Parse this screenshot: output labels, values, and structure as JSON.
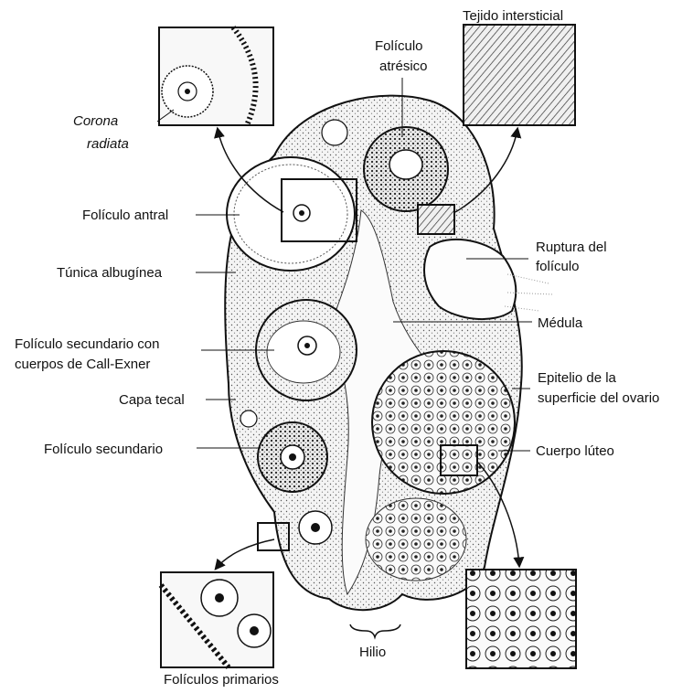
{
  "labels": {
    "corona_radiata_line1": "Corona",
    "corona_radiata_line2": "radiata",
    "foliculo_antral": "Folículo antral",
    "tunica_albuginea": "Túnica albugínea",
    "foliculo_secundario_call_exner_line1": "Folículo secundario con",
    "foliculo_secundario_call_exner_line2": "cuerpos de Call-Exner",
    "capa_tecal": "Capa tecal",
    "foliculo_secundario": "Folículo secundario",
    "foliculos_primarios": "Folículos primarios",
    "foliculo_atresico_line1": "Folículo",
    "foliculo_atresico_line2": "atrésico",
    "tejido_intersticial": "Tejido intersticial",
    "ruptura_foliculo_line1": "Ruptura del",
    "ruptura_foliculo_line2": "folículo",
    "medula": "Médula",
    "epitelio_line1": "Epitelio de la",
    "epitelio_line2": "superficie del ovario",
    "cuerpo_luteo": "Cuerpo lúteo",
    "hilio": "Hilio"
  },
  "colors": {
    "ink": "#111111",
    "tissue_fill": "#f3f3f3",
    "background": "#ffffff"
  }
}
